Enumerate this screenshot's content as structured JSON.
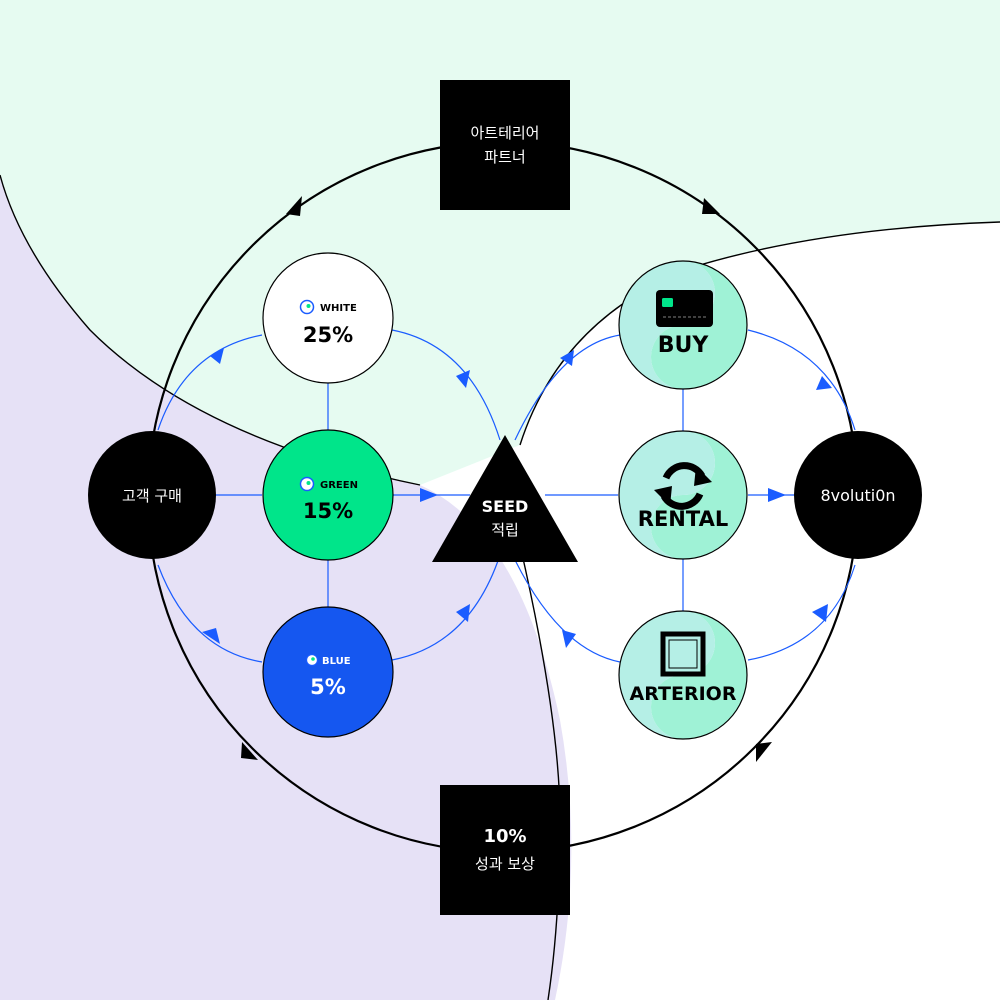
{
  "colors": {
    "mint_region": "#e6fbf1",
    "lavender_region": "#e6e1f6",
    "white_region": "#ffffff",
    "black": "#000000",
    "arrow_blue": "#1a5cff",
    "green_node": "#00e58a",
    "blue_node": "#1557f0",
    "mint_swirl": "#9ff2d6",
    "aqua_swirl": "#b5efe6"
  },
  "partner_box": {
    "line1": "아트테리어",
    "line2": "파트너"
  },
  "reward_box": {
    "line1": "10%",
    "line2": "성과 보상"
  },
  "customer_node": {
    "label": "고객 구매"
  },
  "evolution_node": {
    "label": "8voluti0n"
  },
  "seed_node": {
    "line1": "SEED",
    "line2": "적립"
  },
  "tiers": {
    "white": {
      "name": "WHITE",
      "percent": "25%"
    },
    "green": {
      "name": "GREEN",
      "percent": "15%"
    },
    "blue": {
      "name": "BLUE",
      "percent": "5%"
    }
  },
  "services": {
    "buy": {
      "label": "BUY",
      "icon": "credit-card-icon"
    },
    "rental": {
      "label": "RENTAL",
      "icon": "refresh-cycle-icon"
    },
    "arterior": {
      "label": "ARTERIOR",
      "icon": "picture-frame-icon"
    }
  }
}
